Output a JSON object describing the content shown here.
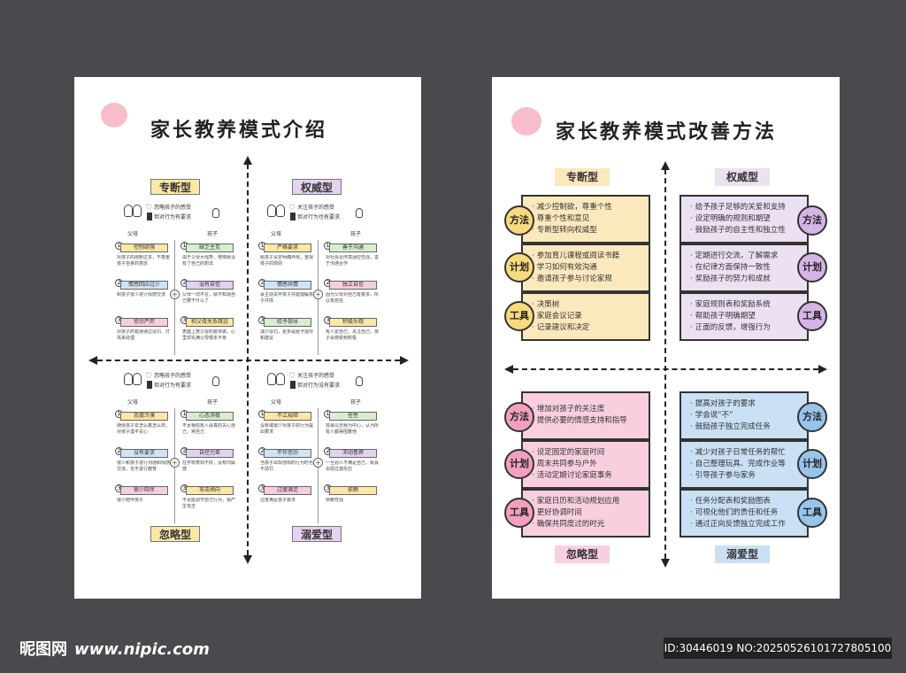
{
  "poster1": {
    "title": "家长教养模式介绍",
    "types": {
      "tl": "专断型",
      "tr": "权威型",
      "bl": "忽略型",
      "br": "溺爱型"
    },
    "colors": {
      "yellow": "#fbe7a6",
      "purple": "#e5d1f0",
      "pink": "#f7cde0",
      "blue": "#cfe4f6"
    },
    "quadrants": [
      {
        "id": "tl",
        "note1": "忽略孩子的感受",
        "note2": "但对行为有要求",
        "who1": "父母",
        "who2": "孩子",
        "left": [
          {
            "n": "1",
            "label": "控制欲强",
            "text": "对孩子的限制过多，不尊重孩子自身的意愿"
          },
          {
            "n": "2",
            "label": "情感回应过少",
            "text": "和孩子很少进行情感交流"
          },
          {
            "n": "3",
            "label": "惩罚严厉",
            "text": "对孩子的错误通过惩罚、打骂来处理"
          }
        ],
        "right": [
          {
            "n": "1",
            "label": "缺乏主见",
            "text": "由于父母大强势，慢慢就没有了自己的想法"
          },
          {
            "n": "2",
            "label": "没有自信",
            "text": "父母一切不在，就不知道自己要干什么了"
          },
          {
            "n": "3",
            "label": "和父母关系疏远",
            "text": "表面上按父母的要求做，心里却充满父母根本不亲"
          }
        ]
      },
      {
        "id": "tr",
        "note1": "关注孩子的感受",
        "note2": "但对行为也有要求",
        "who1": "父母",
        "who2": "孩子",
        "left": [
          {
            "n": "1",
            "label": "严格要求",
            "text": "给孩子设定明确界限，重视孩子的规则"
          },
          {
            "n": "2",
            "label": "情感共情",
            "text": "会主动关怀孩子并能理解孩子共情"
          },
          {
            "n": "3",
            "label": "给予指导",
            "text": "减少惩罚，更多是给予指导和建议"
          }
        ],
        "right": [
          {
            "n": "1",
            "label": "善于沟通",
            "text": "对社会及环境适应性强，善于沟通合作"
          },
          {
            "n": "2",
            "label": "独立自信",
            "text": "因为父母对自己有要求，所以有自信"
          },
          {
            "n": "3",
            "label": "积极乐观",
            "text": "有人爱自己，关注自己，孩子会感受到积极"
          }
        ]
      },
      {
        "id": "bl",
        "note1": "忽略孩子的感受",
        "note2": "但对行为有要求",
        "who1": "父母",
        "who2": "孩子",
        "left": [
          {
            "n": "1",
            "label": "态度冷漠",
            "text": "随便孩子爱怎么着怎么样，对孩子漠不关心"
          },
          {
            "n": "2",
            "label": "没有要求",
            "text": "很少和孩子进行沟通和情感交流，也不进行教育"
          },
          {
            "n": "3",
            "label": "很少陪伴",
            "text": "很少陪伴孩子"
          }
        ],
        "right": [
          {
            "n": "1",
            "label": "心态消极",
            "text": "不太相信有人会真的关心自己，常自己"
          },
          {
            "n": "2",
            "label": "自控力差",
            "text": "在学校表现不好，没有归属感"
          },
          {
            "n": "3",
            "label": "攻击倾向",
            "text": "不太能调节自己行为，易产生攻击"
          }
        ]
      },
      {
        "id": "br",
        "note1": "关注孩子的感受",
        "note2": "但对行为没有要求",
        "who1": "父母",
        "who2": "孩子",
        "left": [
          {
            "n": "1",
            "label": "不立规矩",
            "text": "没有或很少对孩子的行为提出要求"
          },
          {
            "n": "2",
            "label": "不作惩罚",
            "text": "当孩子出现违规的行为时也不惩罚"
          },
          {
            "n": "3",
            "label": "过度满足",
            "text": "过度满足孩子要求"
          }
        ],
        "right": [
          {
            "n": "1",
            "label": "任性",
            "text": "容易以自我为中心，认为所有人都得围着他"
          },
          {
            "n": "2",
            "label": "冲动鲁莽",
            "text": "一旦别人不满足自己，就会出现过激反应"
          },
          {
            "n": "3",
            "label": "依赖",
            "text": "依赖性强"
          }
        ]
      }
    ]
  },
  "poster2": {
    "title": "家长教养模式改善方法",
    "types": {
      "tl": "专断型",
      "tr": "权威型",
      "bl": "忽略型",
      "br": "溺爱型"
    },
    "labels": {
      "method": "方法",
      "plan": "计划",
      "tool": "工具"
    },
    "colors": {
      "tl_box": "#fbe9bd",
      "tl_circ": "#f7d97e",
      "tr_box": "#ece0f3",
      "tr_circ": "#d6b4e6",
      "bl_box": "#f9cfe0",
      "bl_circ": "#f2a0c0",
      "br_box": "#c9e0f5",
      "br_circ": "#98c4ec"
    },
    "groups": {
      "tl": [
        [
          "减少控制欲，尊重个性",
          "尊重个性和意见",
          "专断型转向权威型"
        ],
        [
          "参加育儿课程或阅读书籍",
          "学习如何有效沟通",
          "邀请孩子参与讨论家规"
        ],
        [
          "决策树",
          "家庭会议记录",
          "记录建议和决定"
        ]
      ],
      "tr": [
        [
          "给予孩子足够的关爱和支持",
          "设定明确的规则和期望",
          "鼓励孩子的自主性和独立性"
        ],
        [
          "定期进行交流，了解需求",
          "在纪律方面保持一致性",
          "奖励孩子的努力和成就"
        ],
        [
          "家庭规则表和奖励系统",
          "帮助孩子明确期望",
          "正面的反馈，增强行为"
        ]
      ],
      "bl": [
        [
          "增加对孩子的关注度",
          "提供必要的情感支持和指导"
        ],
        [
          "设定固定的家庭时间",
          "周末共同参与户外",
          "活动定期讨论家庭事务"
        ],
        [
          "家庭日历和活动规划应用",
          "更好协调时间",
          "确保共同度过的时光"
        ]
      ],
      "br": [
        [
          "提高对孩子的要求",
          "学会说“不”",
          "鼓励孩子独立完成任务"
        ],
        [
          "减少对孩子日常任务的帮忙",
          "自己整理玩具、完成作业等",
          "引导孩子参与家务"
        ],
        [
          "任务分配表和奖励图表",
          "可视化他们的责任和任务",
          "通过正向反馈独立完成工作"
        ]
      ]
    }
  },
  "watermark": {
    "site": "昵图网",
    "url": "www.nipic.com",
    "id": "ID:30446019 NO:20250526101727805100"
  }
}
